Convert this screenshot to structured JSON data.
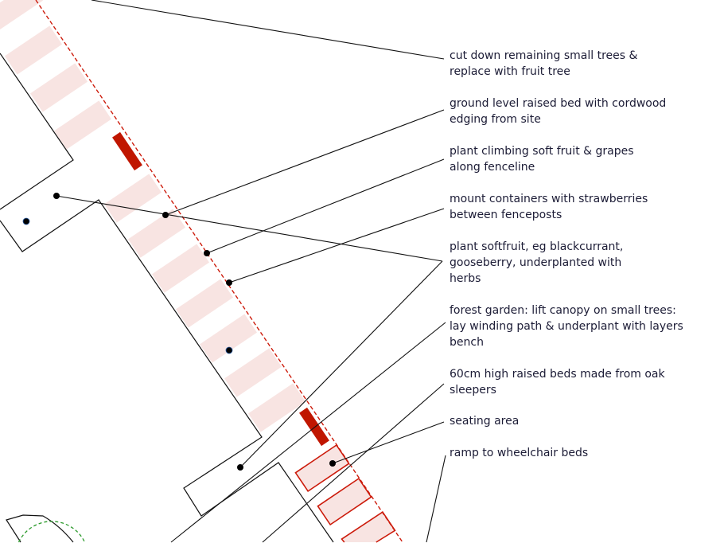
{
  "colors": {
    "fence": "#cc1a0a",
    "fencepost": "#c01600",
    "bed_fill": "#f8e4e2",
    "outline": "#111111",
    "text": "#1c1c36",
    "tree_canopy": "#2a9a2a"
  },
  "annotations": [
    {
      "lines": [
        "cut down remaining small trees &",
        "replace with fruit tree"
      ]
    },
    {
      "lines": [
        "ground level raised bed with cordwood",
        "edging from site"
      ]
    },
    {
      "lines": [
        "plant climbing soft fruit & grapes",
        "along fenceline"
      ]
    },
    {
      "lines": [
        "mount containers with strawberries",
        "between fenceposts"
      ]
    },
    {
      "lines": [
        "plant softfruit, eg blackcurrant,",
        "gooseberry, underplanted with",
        "herbs"
      ]
    },
    {
      "lines": [
        "forest garden: lift canopy on small trees:",
        "lay winding path & underplant with layers",
        "bench"
      ]
    },
    {
      "lines": [
        "60cm high raised beds made from oak",
        "sleepers"
      ]
    },
    {
      "lines": [
        "seating area"
      ]
    },
    {
      "lines": [
        "ramp to wheelchair beds"
      ]
    }
  ]
}
